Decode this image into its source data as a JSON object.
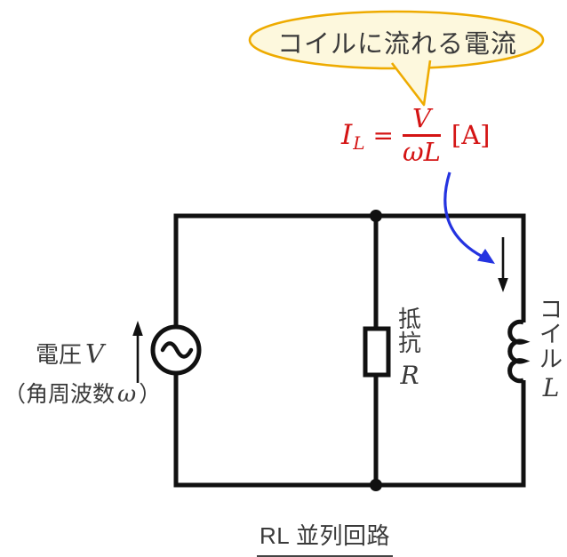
{
  "colors": {
    "formula_red": "#d41414",
    "arrow_blue": "#2433e0",
    "bubble_border": "#eeab00",
    "bubble_fill": "#fdf8dd",
    "text_dark": "#3a3a3a",
    "wire": "#111111"
  },
  "callout": {
    "label": "コイルに流れる電流"
  },
  "formula": {
    "symbol_main": "I",
    "symbol_sub": "L",
    "equals": "=",
    "numerator": "V",
    "denominator": "ωL",
    "unit": "[A]"
  },
  "source_label": {
    "voltage_text": "電圧",
    "voltage_symbol": "V",
    "angular_open": "（角周波数",
    "angular_symbol": "ω",
    "angular_close": "）"
  },
  "resistor_label": {
    "char1": "抵",
    "char2": "抗",
    "symbol": "R"
  },
  "coil_label": {
    "char1": "コ",
    "char2": "イ",
    "char3": "ル",
    "symbol": "L"
  },
  "caption": {
    "label": "RL 並列回路"
  }
}
